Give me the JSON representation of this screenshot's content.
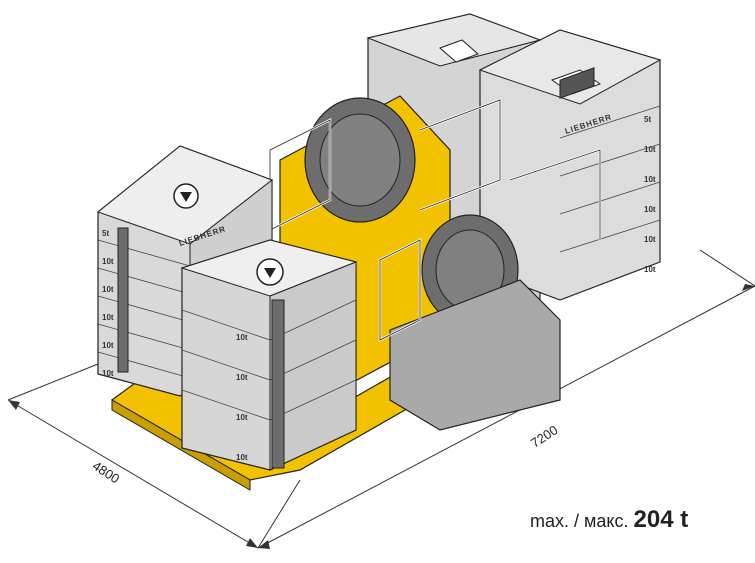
{
  "dimensions": {
    "width_label": "4800",
    "length_label": "7200"
  },
  "weight": {
    "prefix": "max. / макс.",
    "value": "204 t"
  },
  "brand": "LIEBHERR",
  "left_stack_labels": [
    "5t",
    "10t",
    "10t",
    "10t",
    "10t",
    "10t"
  ],
  "front_stack_labels": [
    "10t",
    "10t",
    "10t",
    "10t"
  ],
  "right_stack_labels": [
    "5t",
    "10t",
    "10t",
    "10t",
    "10t",
    "10t"
  ],
  "colors": {
    "ballast": "#d9d9d9",
    "ballast_dark": "#b8b8b8",
    "frame_yellow": "#f2c200",
    "drum": "#6d6d6d",
    "outline": "#222222"
  }
}
